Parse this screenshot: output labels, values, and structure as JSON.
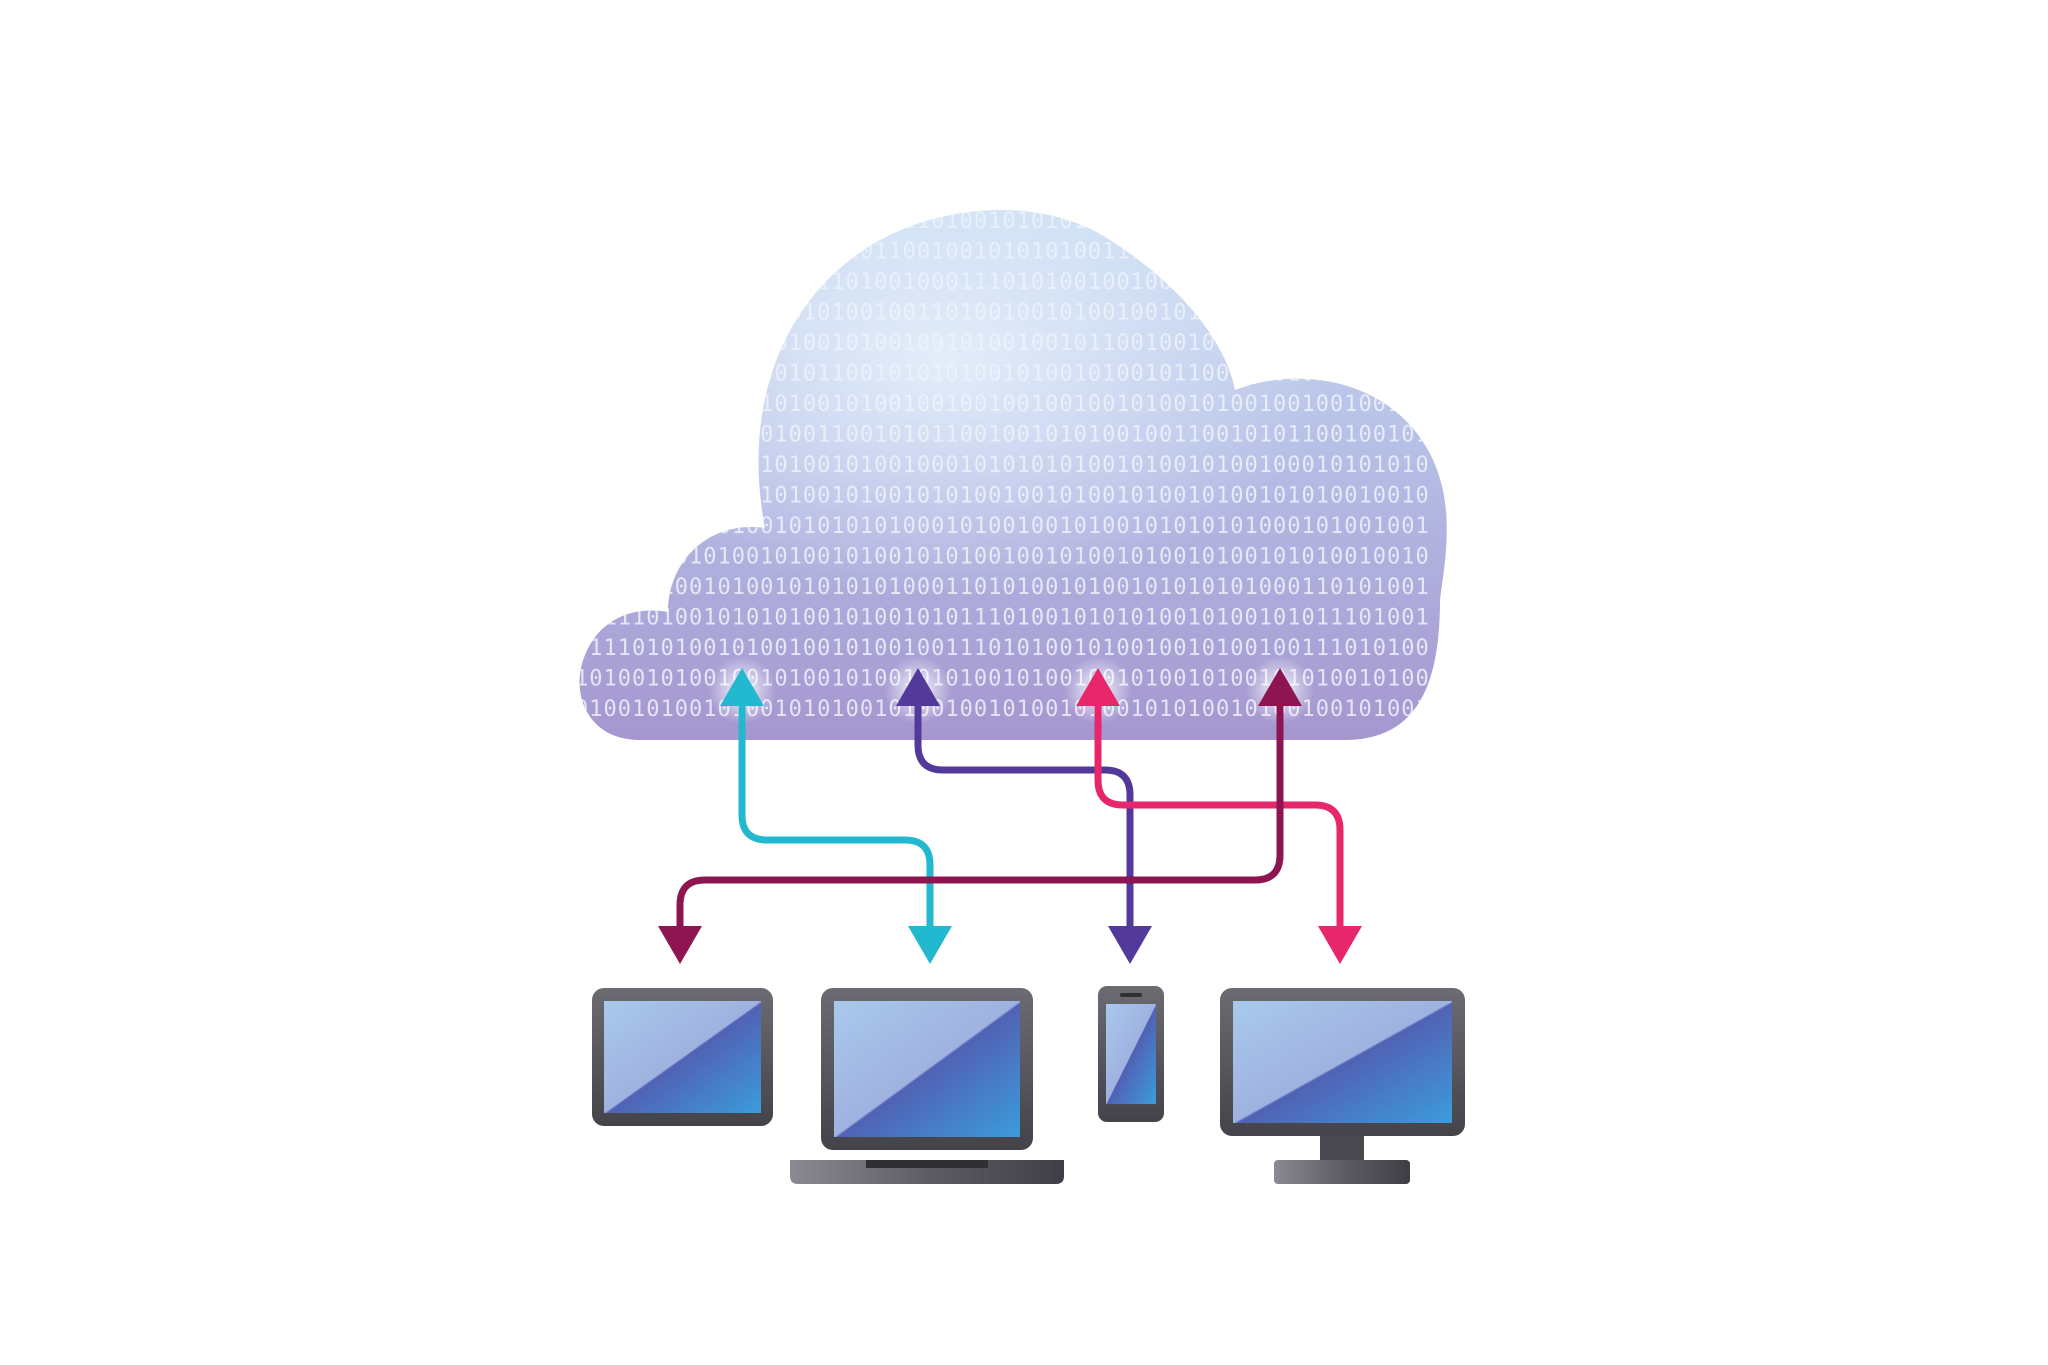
{
  "colors": {
    "background": "#ffffff",
    "cloud_top": "#c8dcf2",
    "cloud_bottom": "#a99bd2",
    "binary_text": "#eef3fb",
    "cyan": "#22b8cf",
    "indigo": "#53399a",
    "pink": "#e8266c",
    "maroon": "#8e1452",
    "device_frame": "#4f4f55",
    "device_frame_light": "#7c7c82",
    "screen_light": "#a4c6ea",
    "screen_mid": "#4d5fb3",
    "screen_dark": "#3a9ad9"
  },
  "cloud": {
    "icon": "cloud-icon",
    "binary_rows": [
      "0100101010100101001010011",
      "1001010101001110100101100",
      "0011101010010010011010010",
      "1010010010100100101001001",
      "0101001001011001001010010",
      "1010010100101001011001010",
      "0100100100100101001010010",
      "1100100101010010011001010",
      "0010101010100101001010010",
      "1010010010100101001010010",
      "0101001001010010101010100",
      "1010010010100101001010010",
      "0110101001010010101010100",
      "1011101001010101001010010",
      "0111010100101001001010010",
      "1010010100100101001010010",
      "0100101001010010101001010"
    ]
  },
  "connections": [
    {
      "name": "cyan-link",
      "color": "cyan",
      "from": "cloud",
      "to": "laptop"
    },
    {
      "name": "indigo-link",
      "color": "indigo",
      "from": "cloud",
      "to": "phone"
    },
    {
      "name": "pink-link",
      "color": "pink",
      "from": "cloud",
      "to": "monitor"
    },
    {
      "name": "maroon-link",
      "color": "maroon",
      "from": "cloud",
      "to": "tablet"
    }
  ],
  "devices": [
    {
      "name": "tablet",
      "icon": "tablet-icon"
    },
    {
      "name": "laptop",
      "icon": "laptop-icon"
    },
    {
      "name": "phone",
      "icon": "smartphone-icon"
    },
    {
      "name": "monitor",
      "icon": "desktop-monitor-icon"
    }
  ]
}
